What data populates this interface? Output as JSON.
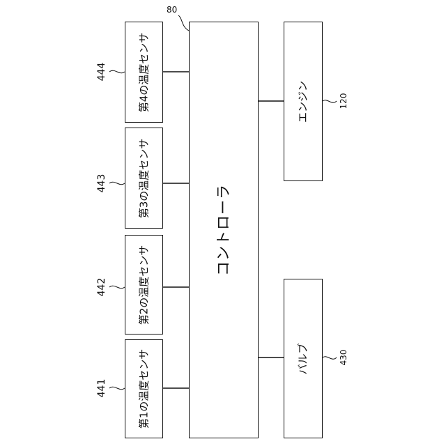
{
  "controller": {
    "label": "コントローラ",
    "ref": "80"
  },
  "sensors": [
    {
      "label": "第4の温度センサ",
      "ref": "444"
    },
    {
      "label": "第3の温度センサ",
      "ref": "443"
    },
    {
      "label": "第2の温度センサ",
      "ref": "442"
    },
    {
      "label": "第1の温度センサ",
      "ref": "441"
    }
  ],
  "engine": {
    "label": "エンジン",
    "ref": "120"
  },
  "valve": {
    "label": "バルブ",
    "ref": "430"
  },
  "colors": {
    "line": "#111111",
    "background": "#ffffff"
  }
}
